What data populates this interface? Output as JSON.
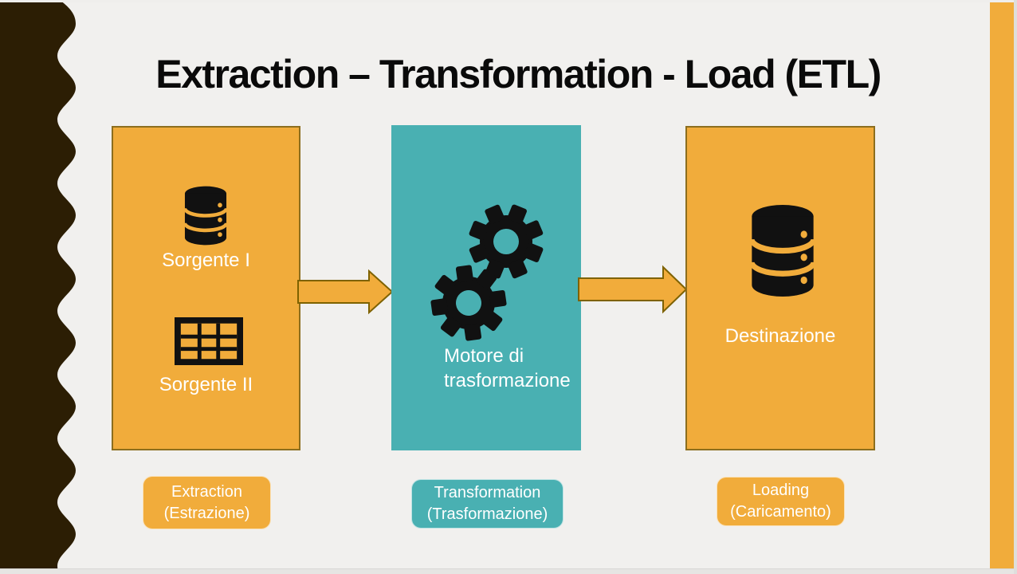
{
  "slide": {
    "title": "Extraction – Transformation - Load (ETL)",
    "background_color": "#F1F0EE",
    "sidebar_color": "#2C1E04",
    "accent_stripe_color": "#F1AC3B"
  },
  "diagram": {
    "source_box": {
      "color": "#F1AC3B",
      "border_color": "#8C6E1E",
      "icon1": "database-icon",
      "source1_label": "Sorgente I",
      "icon2": "table-icon",
      "source2_label": "Sorgente II"
    },
    "transform_box": {
      "color": "#49B0B2",
      "icon": "gears-icon",
      "label_line1": "Motore di",
      "label_line2": "trasformazione"
    },
    "destination_box": {
      "color": "#F1AC3B",
      "border_color": "#8C6E1E",
      "icon": "database-icon",
      "label": "Destinazione"
    },
    "arrows": {
      "count": 2,
      "direction": "right",
      "fill": "#F1AC3B",
      "outline": "#7E6200"
    },
    "badges": [
      {
        "line1": "Extraction",
        "line2": "(Estrazione)",
        "color": "#F1AC3B"
      },
      {
        "line1": "Transformation",
        "line2": "(Trasformazione)",
        "color": "#49B0B2"
      },
      {
        "line1": "Loading",
        "line2": "(Caricamento)",
        "color": "#F1AC3B"
      }
    ]
  }
}
